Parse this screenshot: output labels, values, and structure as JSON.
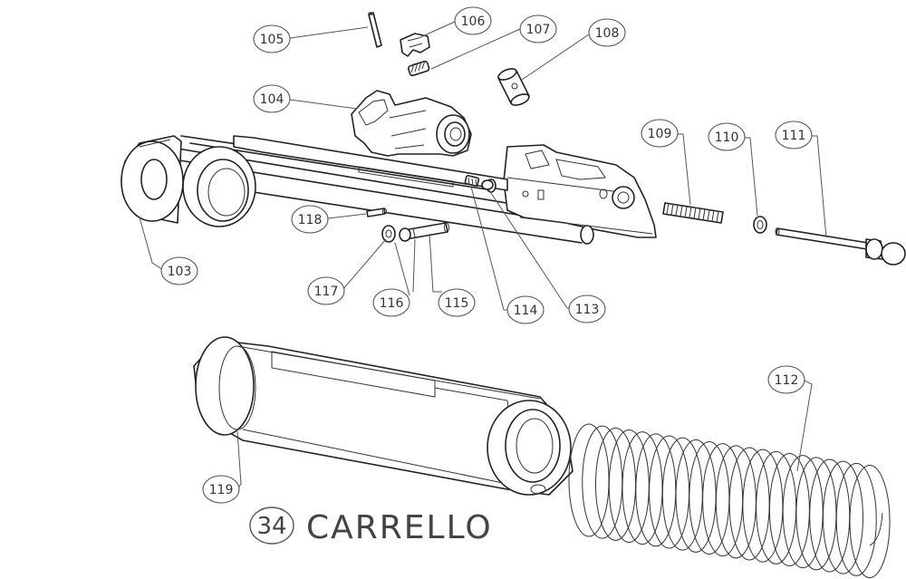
{
  "title": {
    "number": "34",
    "text": "CARRELLO"
  },
  "callouts": [
    {
      "label": "103"
    },
    {
      "label": "104"
    },
    {
      "label": "105"
    },
    {
      "label": "106"
    },
    {
      "label": "107"
    },
    {
      "label": "108"
    },
    {
      "label": "109"
    },
    {
      "label": "110"
    },
    {
      "label": "111"
    },
    {
      "label": "112"
    },
    {
      "label": "113"
    },
    {
      "label": "114"
    },
    {
      "label": "115"
    },
    {
      "label": "116"
    },
    {
      "label": "117"
    },
    {
      "label": "118"
    },
    {
      "label": "119"
    }
  ]
}
